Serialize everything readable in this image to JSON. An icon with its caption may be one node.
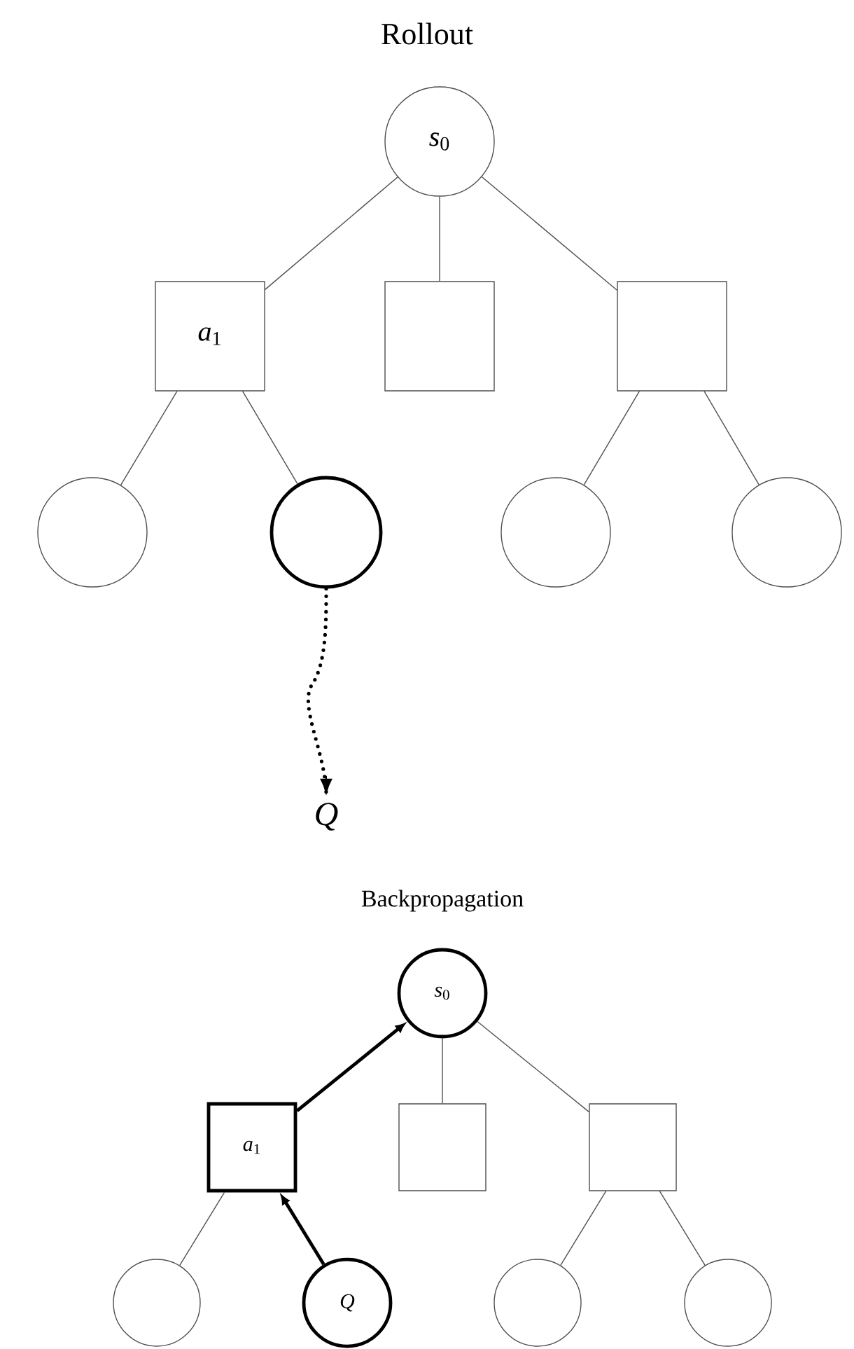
{
  "diagram": {
    "nodes": [
      {
        "text": [
          "*s*$_{0}$"
        ]
      },
      {
        "text": [
          "*a*$_{1}$"
        ]
      },
      {
        "text": [],
        "shape": "box"
      },
      {
        "text": [],
        "shape": "box"
      },
      {
        "text": [],
        "shape": "circle"
      },
      {
        "text": [],
        "shape": "circle"
      },
      {
        "text": [],
        "shape": "circle"
      },
      {
        "text": [],
        "shape": "circle"
      },
      {
        "text": [
          "*Q*"
        ]
      },
      {
        "text": [
          "*s*$_{0}$"
        ]
      },
      {
        "text": [
          "*a*$_{1}$"
        ]
      },
      {
        "text": [],
        "shape": "box"
      },
      {
        "text": [],
        "shape": "box"
      },
      {
        "text": [],
        "shape": "circle"
      },
      {
        "text": [
          "*Q*"
        ]
      },
      {
        "text": [],
        "shape": "circle"
      },
      {
        "text": [],
        "shape": "circle"
      }
    ],
    "edges": [
      {
        "from": 0,
        "to": 1,
        "arrow": "none"
      },
      {
        "from": 0,
        "to": 2,
        "arrow": "none"
      },
      {
        "from": 0,
        "to": 3,
        "arrow": "none"
      },
      {
        "from": 1,
        "to": 4,
        "arrow": "none"
      },
      {
        "from": 1,
        "to": 5,
        "arrow": "none"
      },
      {
        "from": 3,
        "to": 6,
        "arrow": "none"
      },
      {
        "from": 3,
        "to": 7,
        "arrow": "none"
      },
      {
        "from": 5,
        "to": 8,
        "arrow": "to",
        "style": "dashed"
      },
      {
        "from": 10,
        "to": 9,
        "arrow": "to",
        "style": "thick"
      },
      {
        "from": 9,
        "to": 11,
        "arrow": "none"
      },
      {
        "from": 9,
        "to": 12,
        "arrow": "none"
      },
      {
        "from": 10,
        "to": 13,
        "arrow": "none"
      },
      {
        "from": 14,
        "to": 10,
        "arrow": "to",
        "style": "thick"
      },
      {
        "from": 12,
        "to": 15,
        "arrow": "none"
      },
      {
        "from": 12,
        "to": 16,
        "arrow": "none"
      }
    ],
    "labels": [
      "Rollout",
      "Backpropagation"
    ]
  }
}
